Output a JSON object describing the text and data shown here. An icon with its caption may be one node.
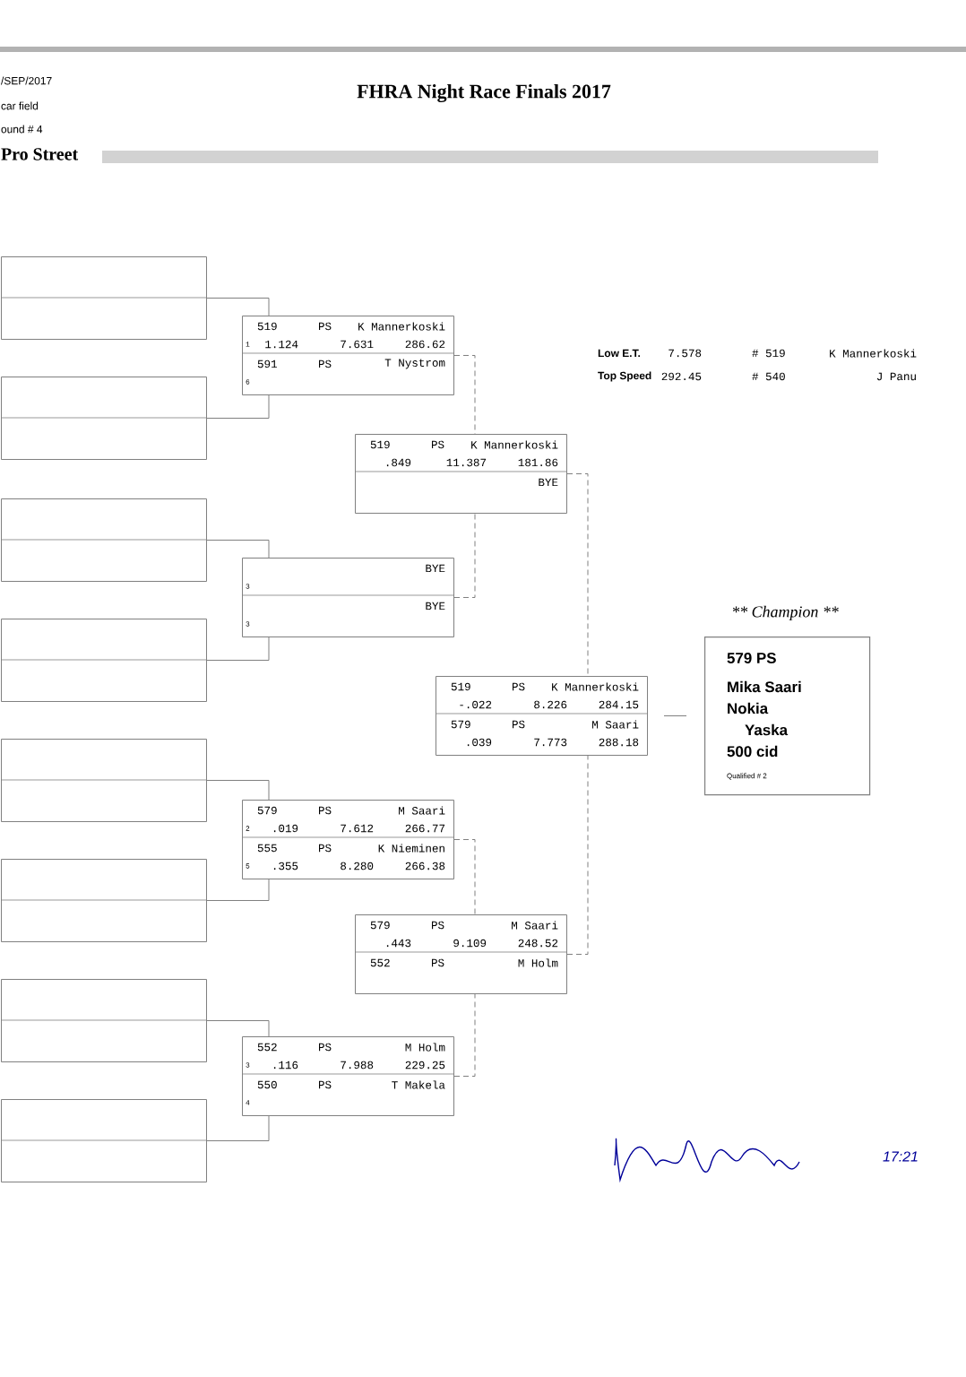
{
  "diagram": {
    "title": "FHRA Night Race Finals 2017",
    "nodes": [
      {
        "text": [],
        "shape": "box"
      },
      {
        "text": [],
        "shape": "box"
      },
      {
        "text": [],
        "shape": "box"
      },
      {
        "text": [],
        "shape": "box"
      },
      {
        "text": [],
        "shape": "box"
      },
      {
        "text": [],
        "shape": "box"
      },
      {
        "text": [],
        "shape": "box"
      },
      {
        "text": [],
        "shape": "box"
      },
      {
        "text": [
          "519",
          "PS",
          "K Mannerkoski",
          "1",
          "1.124",
          "7.631",
          "286.62",
          "591",
          "PS",
          "T Nystrom",
          "6"
        ]
      },
      {
        "text": [
          "BYE",
          "3",
          "BYE",
          "3"
        ]
      },
      {
        "text": [
          "579",
          "PS",
          "M Saari",
          "2",
          ".019",
          "7.612",
          "266.77",
          "555",
          "PS",
          "K Nieminen",
          "5",
          ".355",
          "8.280",
          "266.38"
        ]
      },
      {
        "text": [
          "552",
          "PS",
          "M Holm",
          "3",
          ".116",
          "7.988",
          "229.25",
          "550",
          "PS",
          "T Makela",
          "4"
        ]
      },
      {
        "text": [
          "519",
          "PS",
          "K Mannerkoski",
          ".849",
          "11.387",
          "181.86",
          "BYE"
        ]
      },
      {
        "text": [
          "579",
          "PS",
          "M Saari",
          ".443",
          "9.109",
          "248.52",
          "552",
          "PS",
          "M Holm"
        ]
      },
      {
        "text": [
          "519",
          "PS",
          "K Mannerkoski",
          "-.022",
          "8.226",
          "284.15",
          "579",
          "PS",
          "M Saari",
          ".039",
          "7.773",
          "288.18"
        ]
      },
      {
        "text": [
          "** Champion **",
          "579 PS",
          "Mika Saari",
          "Nokia",
          "Yaska",
          "500 cid",
          "Qualified # 2"
        ]
      }
    ],
    "edges": [
      {
        "from": 0,
        "to": 8,
        "arrow": "none"
      },
      {
        "from": 1,
        "to": 8,
        "arrow": "none"
      },
      {
        "from": 2,
        "to": 9,
        "arrow": "none"
      },
      {
        "from": 3,
        "to": 9,
        "arrow": "none"
      },
      {
        "from": 4,
        "to": 10,
        "arrow": "none"
      },
      {
        "from": 5,
        "to": 10,
        "arrow": "none"
      },
      {
        "from": 6,
        "to": 11,
        "arrow": "none"
      },
      {
        "from": 7,
        "to": 11,
        "arrow": "none"
      },
      {
        "from": 8,
        "to": 12,
        "arrow": "none",
        "style": "dashed"
      },
      {
        "from": 9,
        "to": 12,
        "arrow": "none",
        "style": "dashed"
      },
      {
        "from": 10,
        "to": 13,
        "arrow": "none",
        "style": "dashed"
      },
      {
        "from": 11,
        "to": 13,
        "arrow": "none",
        "style": "dashed"
      },
      {
        "from": 12,
        "to": 14,
        "arrow": "none",
        "style": "dashed"
      },
      {
        "from": 13,
        "to": 14,
        "arrow": "none",
        "style": "dashed"
      },
      {
        "from": 14,
        "to": 15,
        "arrow": "none"
      }
    ],
    "labels": [
      "/SEP/2017",
      "car field",
      "ound # 4",
      "Pro Street",
      "Low E.T.",
      "7.578",
      "# 519",
      "K Mannerkoski",
      "Top Speed",
      "292.45",
      "# 540",
      "J Panu",
      "17:21"
    ]
  }
}
